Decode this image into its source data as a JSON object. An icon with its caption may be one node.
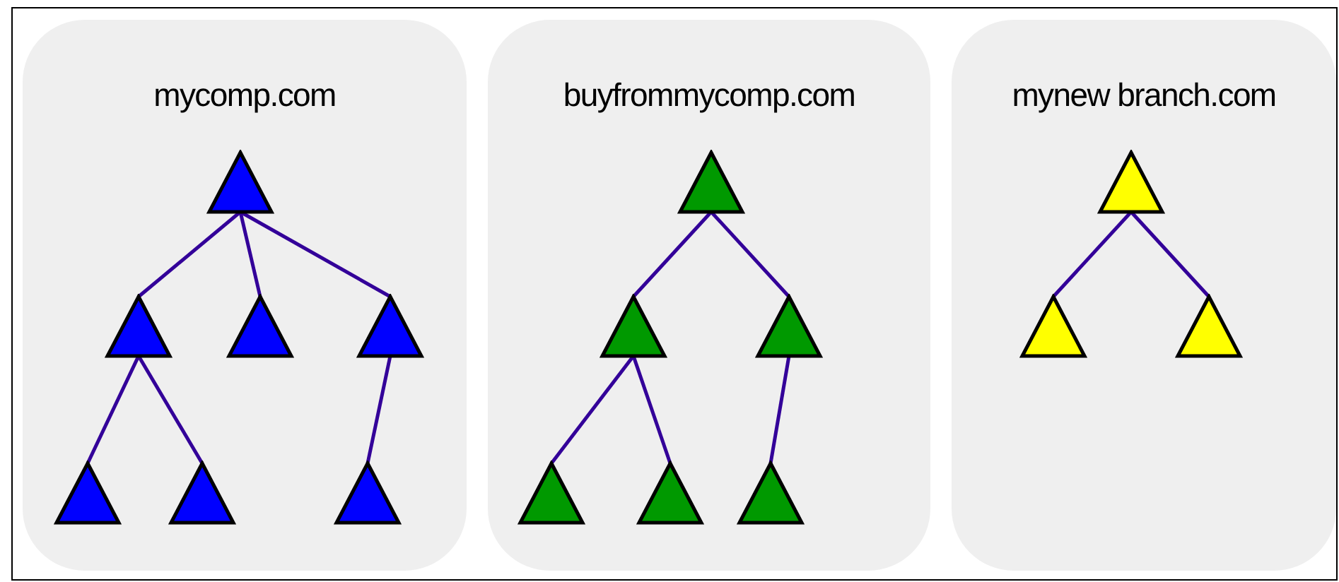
{
  "diagram": {
    "nodes": [
      {
        "text": [
          "mycomp.com"
        ]
      },
      {
        "text": [],
        "shape": "triangle",
        "in": 0
      },
      {
        "text": [],
        "shape": "triangle",
        "in": 0
      },
      {
        "text": [],
        "shape": "triangle",
        "in": 0
      },
      {
        "text": [],
        "shape": "triangle",
        "in": 0
      },
      {
        "text": [],
        "shape": "triangle",
        "in": 0
      },
      {
        "text": [],
        "shape": "triangle",
        "in": 0
      },
      {
        "text": [],
        "shape": "triangle",
        "in": 0
      },
      {
        "text": [
          "buyfrommycomp.com"
        ]
      },
      {
        "text": [],
        "shape": "triangle",
        "in": 8
      },
      {
        "text": [],
        "shape": "triangle",
        "in": 8
      },
      {
        "text": [],
        "shape": "triangle",
        "in": 8
      },
      {
        "text": [],
        "shape": "triangle",
        "in": 8
      },
      {
        "text": [],
        "shape": "triangle",
        "in": 8
      },
      {
        "text": [],
        "shape": "triangle",
        "in": 8
      },
      {
        "text": [
          "mynew branch.com"
        ]
      },
      {
        "text": [],
        "shape": "triangle",
        "in": 15
      },
      {
        "text": [],
        "shape": "triangle",
        "in": 15
      },
      {
        "text": [],
        "shape": "triangle",
        "in": 15
      }
    ],
    "edges": [
      {
        "from": 1,
        "to": 2,
        "arrow": "none"
      },
      {
        "from": 1,
        "to": 3,
        "arrow": "none"
      },
      {
        "from": 1,
        "to": 4,
        "arrow": "none"
      },
      {
        "from": 2,
        "to": 5,
        "arrow": "none"
      },
      {
        "from": 2,
        "to": 6,
        "arrow": "none"
      },
      {
        "from": 4,
        "to": 7,
        "arrow": "none"
      },
      {
        "from": 9,
        "to": 10,
        "arrow": "none"
      },
      {
        "from": 9,
        "to": 11,
        "arrow": "none"
      },
      {
        "from": 10,
        "to": 12,
        "arrow": "none"
      },
      {
        "from": 10,
        "to": 13,
        "arrow": "none"
      },
      {
        "from": 11,
        "to": 14,
        "arrow": "none"
      },
      {
        "from": 16,
        "to": 17,
        "arrow": "none"
      },
      {
        "from": 16,
        "to": 18,
        "arrow": "none"
      }
    ]
  }
}
